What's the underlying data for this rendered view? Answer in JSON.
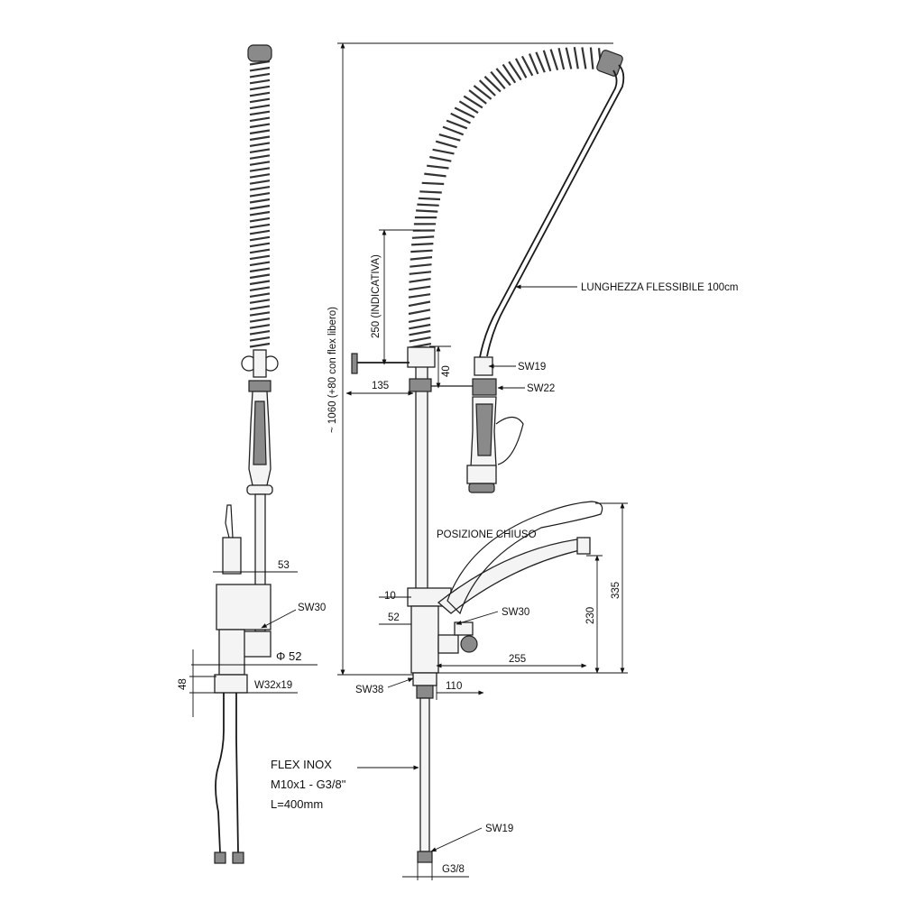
{
  "labels": {
    "overall_height": "~ 1060 (+80 con flex libero)",
    "indicative": "250 (INDICATIVA)",
    "flex_length": "LUNGHEZZA FLESSIBILE 100cm",
    "sw19_top": "SW19",
    "sw22": "SW22",
    "dim_40": "40",
    "dim_135": "135",
    "closed_position": "POSIZIONE CHIUSO",
    "dim_10": "10",
    "dim_52_right": "52",
    "sw30_right": "SW30",
    "dim_255": "255",
    "dim_230": "230",
    "dim_335": "335",
    "sw38": "SW38",
    "dim_110": "110",
    "dim_53": "53",
    "sw30_left": "SW30",
    "dia_52": "Φ 52",
    "dim_48": "48",
    "w32x19": "W32x19",
    "flex_inox_1": "FLEX INOX",
    "flex_inox_2": "M10x1 - G3/8\"",
    "flex_inox_3": "L=400mm",
    "sw19_bottom": "SW19",
    "g38": "G3/8"
  },
  "colors": {
    "line": "#1a1a1a",
    "fill_light": "#f4f4f4",
    "fill_dark": "#8a8a8a"
  }
}
